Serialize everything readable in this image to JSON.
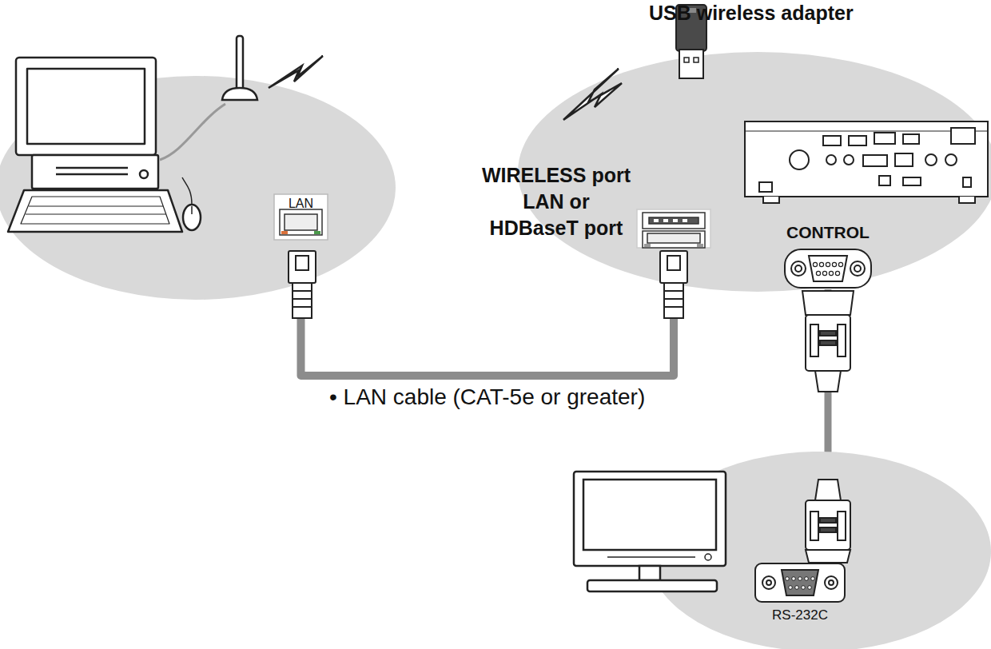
{
  "diagram": {
    "nodes": [
      {
        "text": [
          "LAN"
        ]
      },
      {
        "text": [
          "WIRELESS port",
          "LAN or",
          "HDBaseT port"
        ]
      },
      {
        "text": [
          "CONTROL"
        ]
      },
      {
        "text": [
          "RS-232C"
        ]
      }
    ],
    "edges": [
      {
        "from": 0,
        "to": 1,
        "arrow": "none",
        "label": "• LAN cable (CAT-5e or greater)"
      },
      {
        "from": 2,
        "to": 3,
        "arrow": "none"
      }
    ],
    "labels": [
      "USB wireless adapter"
    ]
  }
}
